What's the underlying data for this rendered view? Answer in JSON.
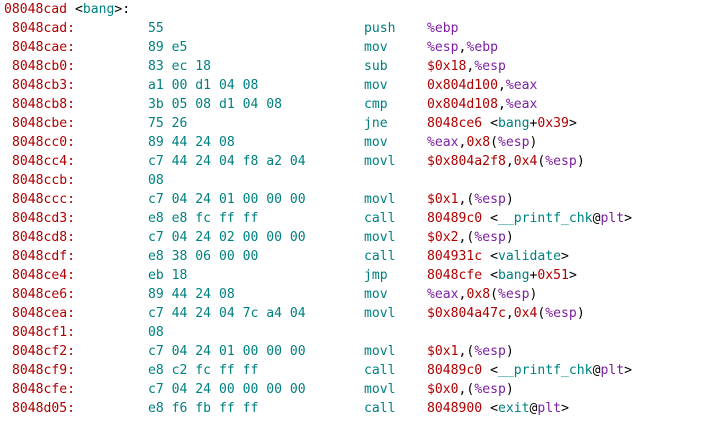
{
  "colors": {
    "address": "#b00000",
    "bytes": "#008080",
    "mnemonic": "#008080",
    "number": "#b00000",
    "register": "#7b1fa2",
    "symbol": "#008080",
    "punct": "#000000",
    "background": "#ffffff"
  },
  "header": [
    {
      "t": "08048cad",
      "c": "num"
    },
    {
      "t": " <",
      "c": "punct"
    },
    {
      "t": "bang",
      "c": "sym"
    },
    {
      "t": ">:",
      "c": "punct"
    }
  ],
  "lines": [
    {
      "addr": "8048cad:",
      "bytes": "55",
      "mnem": "push",
      "ops": [
        {
          "t": "%ebp",
          "c": "reg"
        }
      ]
    },
    {
      "addr": "8048cae:",
      "bytes": "89 e5",
      "mnem": "mov",
      "ops": [
        {
          "t": "%esp",
          "c": "reg"
        },
        {
          "t": ",",
          "c": "punct"
        },
        {
          "t": "%ebp",
          "c": "reg"
        }
      ]
    },
    {
      "addr": "8048cb0:",
      "bytes": "83 ec 18",
      "mnem": "sub",
      "ops": [
        {
          "t": "$0x18",
          "c": "num"
        },
        {
          "t": ",",
          "c": "punct"
        },
        {
          "t": "%esp",
          "c": "reg"
        }
      ]
    },
    {
      "addr": "8048cb3:",
      "bytes": "a1 00 d1 04 08",
      "mnem": "mov",
      "ops": [
        {
          "t": "0x804d100",
          "c": "num"
        },
        {
          "t": ",",
          "c": "punct"
        },
        {
          "t": "%eax",
          "c": "reg"
        }
      ]
    },
    {
      "addr": "8048cb8:",
      "bytes": "3b 05 08 d1 04 08",
      "mnem": "cmp",
      "ops": [
        {
          "t": "0x804d108",
          "c": "num"
        },
        {
          "t": ",",
          "c": "punct"
        },
        {
          "t": "%eax",
          "c": "reg"
        }
      ]
    },
    {
      "addr": "8048cbe:",
      "bytes": "75 26",
      "mnem": "jne",
      "ops": [
        {
          "t": "8048ce6",
          "c": "num"
        },
        {
          "t": " <",
          "c": "punct"
        },
        {
          "t": "bang",
          "c": "sym"
        },
        {
          "t": "+",
          "c": "punct"
        },
        {
          "t": "0x39",
          "c": "num"
        },
        {
          "t": ">",
          "c": "punct"
        }
      ]
    },
    {
      "addr": "8048cc0:",
      "bytes": "89 44 24 08",
      "mnem": "mov",
      "ops": [
        {
          "t": "%eax",
          "c": "reg"
        },
        {
          "t": ",",
          "c": "punct"
        },
        {
          "t": "0x8",
          "c": "num"
        },
        {
          "t": "(",
          "c": "punct"
        },
        {
          "t": "%esp",
          "c": "reg"
        },
        {
          "t": ")",
          "c": "punct"
        }
      ]
    },
    {
      "addr": "8048cc4:",
      "bytes": "c7 44 24 04 f8 a2 04",
      "mnem": "movl",
      "ops": [
        {
          "t": "$0x804a2f8",
          "c": "num"
        },
        {
          "t": ",",
          "c": "punct"
        },
        {
          "t": "0x4",
          "c": "num"
        },
        {
          "t": "(",
          "c": "punct"
        },
        {
          "t": "%esp",
          "c": "reg"
        },
        {
          "t": ")",
          "c": "punct"
        }
      ]
    },
    {
      "addr": "8048ccb:",
      "bytes": "08",
      "mnem": "",
      "ops": []
    },
    {
      "addr": "8048ccc:",
      "bytes": "c7 04 24 01 00 00 00",
      "mnem": "movl",
      "ops": [
        {
          "t": "$0x1",
          "c": "num"
        },
        {
          "t": ",(",
          "c": "punct"
        },
        {
          "t": "%esp",
          "c": "reg"
        },
        {
          "t": ")",
          "c": "punct"
        }
      ]
    },
    {
      "addr": "8048cd3:",
      "bytes": "e8 e8 fc ff ff",
      "mnem": "call",
      "ops": [
        {
          "t": "80489c0",
          "c": "num"
        },
        {
          "t": " <",
          "c": "punct"
        },
        {
          "t": "__printf_chk",
          "c": "sym"
        },
        {
          "t": "@",
          "c": "punct"
        },
        {
          "t": "plt",
          "c": "reg"
        },
        {
          "t": ">",
          "c": "punct"
        }
      ]
    },
    {
      "addr": "8048cd8:",
      "bytes": "c7 04 24 02 00 00 00",
      "mnem": "movl",
      "ops": [
        {
          "t": "$0x2",
          "c": "num"
        },
        {
          "t": ",(",
          "c": "punct"
        },
        {
          "t": "%esp",
          "c": "reg"
        },
        {
          "t": ")",
          "c": "punct"
        }
      ]
    },
    {
      "addr": "8048cdf:",
      "bytes": "e8 38 06 00 00",
      "mnem": "call",
      "ops": [
        {
          "t": "804931c",
          "c": "num"
        },
        {
          "t": " <",
          "c": "punct"
        },
        {
          "t": "validate",
          "c": "sym"
        },
        {
          "t": ">",
          "c": "punct"
        }
      ]
    },
    {
      "addr": "8048ce4:",
      "bytes": "eb 18",
      "mnem": "jmp",
      "ops": [
        {
          "t": "8048cfe",
          "c": "num"
        },
        {
          "t": " <",
          "c": "punct"
        },
        {
          "t": "bang",
          "c": "sym"
        },
        {
          "t": "+",
          "c": "punct"
        },
        {
          "t": "0x51",
          "c": "num"
        },
        {
          "t": ">",
          "c": "punct"
        }
      ]
    },
    {
      "addr": "8048ce6:",
      "bytes": "89 44 24 08",
      "mnem": "mov",
      "ops": [
        {
          "t": "%eax",
          "c": "reg"
        },
        {
          "t": ",",
          "c": "punct"
        },
        {
          "t": "0x8",
          "c": "num"
        },
        {
          "t": "(",
          "c": "punct"
        },
        {
          "t": "%esp",
          "c": "reg"
        },
        {
          "t": ")",
          "c": "punct"
        }
      ]
    },
    {
      "addr": "8048cea:",
      "bytes": "c7 44 24 04 7c a4 04",
      "mnem": "movl",
      "ops": [
        {
          "t": "$0x804a47c",
          "c": "num"
        },
        {
          "t": ",",
          "c": "punct"
        },
        {
          "t": "0x4",
          "c": "num"
        },
        {
          "t": "(",
          "c": "punct"
        },
        {
          "t": "%esp",
          "c": "reg"
        },
        {
          "t": ")",
          "c": "punct"
        }
      ]
    },
    {
      "addr": "8048cf1:",
      "bytes": "08",
      "mnem": "",
      "ops": []
    },
    {
      "addr": "8048cf2:",
      "bytes": "c7 04 24 01 00 00 00",
      "mnem": "movl",
      "ops": [
        {
          "t": "$0x1",
          "c": "num"
        },
        {
          "t": ",(",
          "c": "punct"
        },
        {
          "t": "%esp",
          "c": "reg"
        },
        {
          "t": ")",
          "c": "punct"
        }
      ]
    },
    {
      "addr": "8048cf9:",
      "bytes": "e8 c2 fc ff ff",
      "mnem": "call",
      "ops": [
        {
          "t": "80489c0",
          "c": "num"
        },
        {
          "t": " <",
          "c": "punct"
        },
        {
          "t": "__printf_chk",
          "c": "sym"
        },
        {
          "t": "@",
          "c": "punct"
        },
        {
          "t": "plt",
          "c": "reg"
        },
        {
          "t": ">",
          "c": "punct"
        }
      ]
    },
    {
      "addr": "8048cfe:",
      "bytes": "c7 04 24 00 00 00 00",
      "mnem": "movl",
      "ops": [
        {
          "t": "$0x0",
          "c": "num"
        },
        {
          "t": ",(",
          "c": "punct"
        },
        {
          "t": "%esp",
          "c": "reg"
        },
        {
          "t": ")",
          "c": "punct"
        }
      ]
    },
    {
      "addr": "8048d05:",
      "bytes": "e8 f6 fb ff ff",
      "mnem": "call",
      "ops": [
        {
          "t": "8048900",
          "c": "num"
        },
        {
          "t": " <",
          "c": "punct"
        },
        {
          "t": "exit",
          "c": "sym"
        },
        {
          "t": "@",
          "c": "punct"
        },
        {
          "t": "plt",
          "c": "reg"
        },
        {
          "t": ">",
          "c": "punct"
        }
      ]
    }
  ]
}
